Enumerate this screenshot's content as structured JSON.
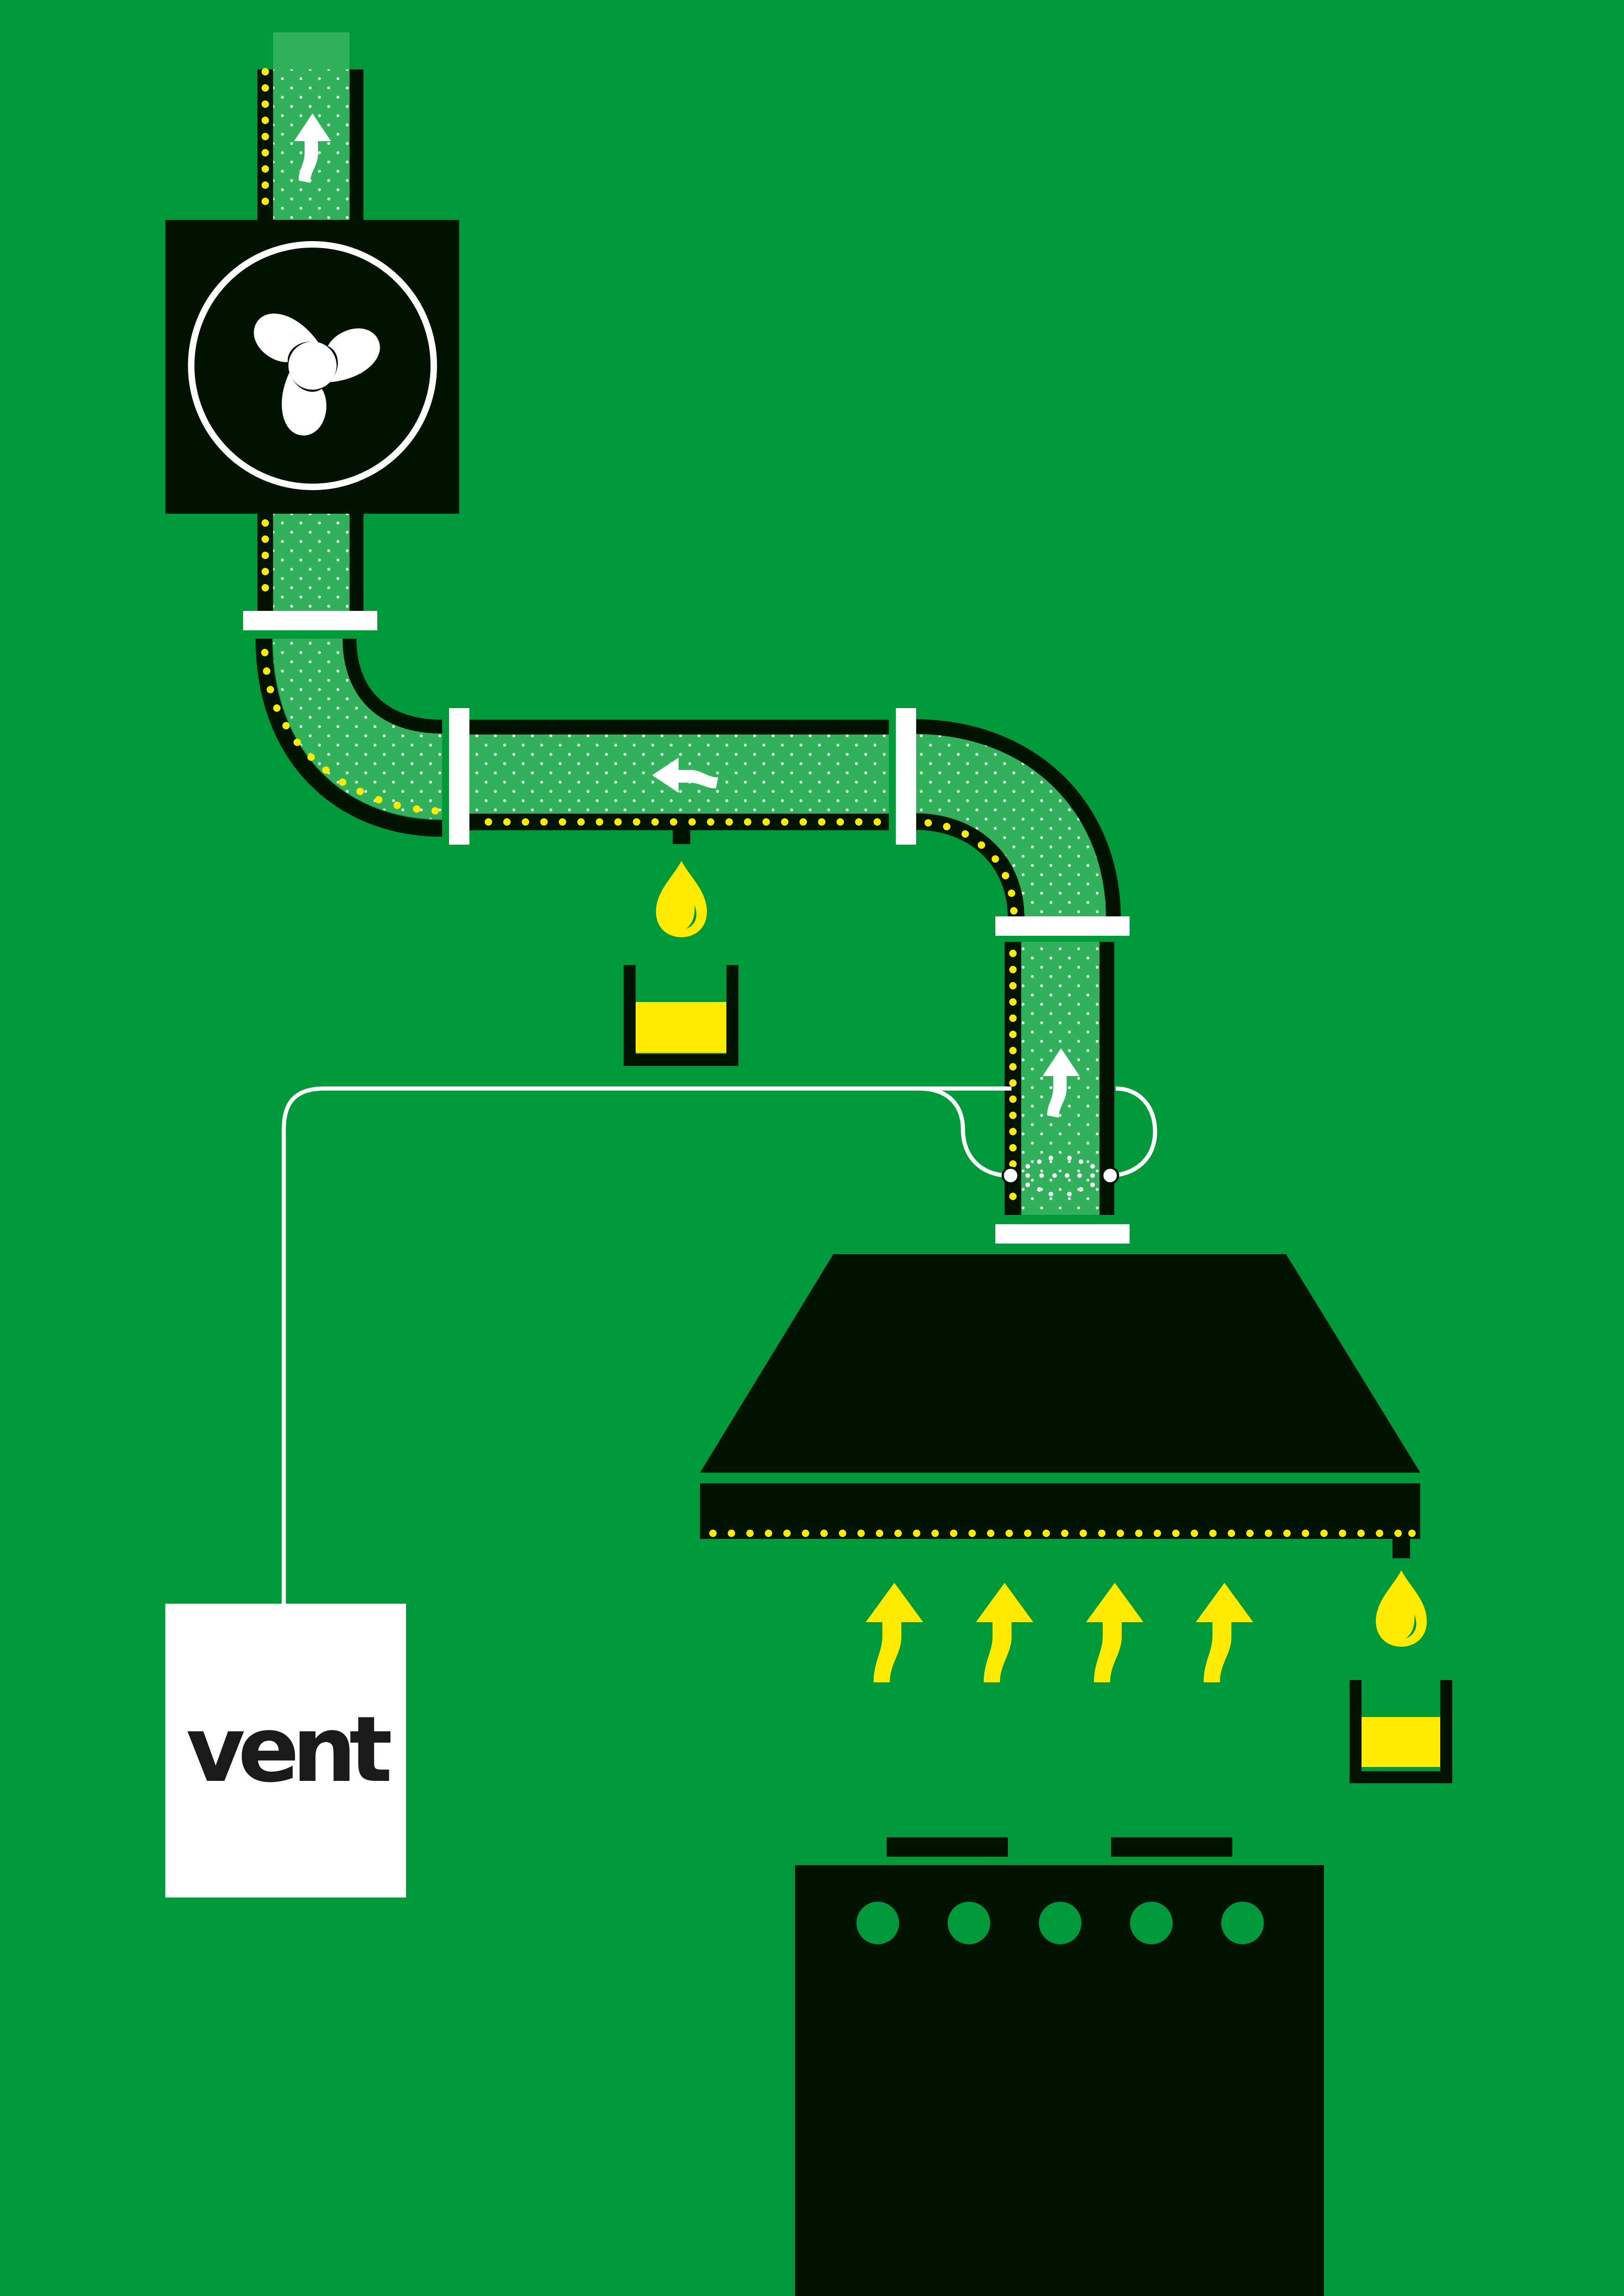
{
  "diagram": {
    "brand_label": "vent",
    "colors": {
      "background": "#00993a",
      "dark": "#001400",
      "duct_fill": "#33b05c",
      "accent_yellow": "#ffea00",
      "white": "#ffffff"
    },
    "icons": {
      "fan": "fan-icon",
      "airflow": "airflow-arrow-icon",
      "heat": "heat-arrow-icon",
      "grease_drop": "grease-drop-icon",
      "grease_tray": "grease-tray-icon",
      "spray_nozzle": "spray-nozzle-icon"
    },
    "counts": {
      "stove_knobs": 5,
      "stove_burners": 2,
      "heat_arrows": 4,
      "grease_traps": 2
    }
  }
}
